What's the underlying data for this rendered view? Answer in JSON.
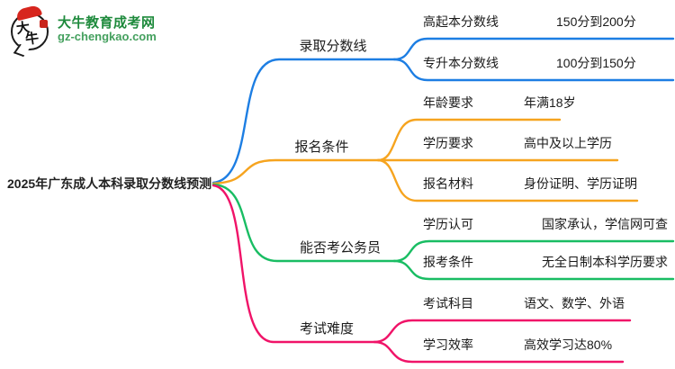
{
  "logo": {
    "site_name": "大牛教育成考网",
    "domain": "gz-chengkao.com",
    "icon_text_1": "大",
    "icon_text_2": "牛",
    "brand_green": "#1e8a3c",
    "domain_green": "#44a05e",
    "accent_red": "#d7261e"
  },
  "center": {
    "title": "2025年广东成人本科录取分数线预测",
    "text_color": "#222222"
  },
  "branches": [
    {
      "label": "录取分数线",
      "color": "#1d7ee3",
      "children": [
        {
          "label": "高起本分数线",
          "value": "150分到200分"
        },
        {
          "label": "专升本分数线",
          "value": "100分到150分"
        }
      ]
    },
    {
      "label": "报名条件",
      "color": "#f6a41f",
      "children": [
        {
          "label": "年龄要求",
          "value": "年满18岁"
        },
        {
          "label": "学历要求",
          "value": "高中及以上学历"
        },
        {
          "label": "报名材料",
          "value": "身份证明、学历证明"
        }
      ]
    },
    {
      "label": "能否考公务员",
      "color": "#19bd63",
      "children": [
        {
          "label": "学历认可",
          "value": "国家承认，学信网可查"
        },
        {
          "label": "报考条件",
          "value": "无全日制本科学历要求"
        }
      ]
    },
    {
      "label": "考试难度",
      "color": "#f01368",
      "children": [
        {
          "label": "考试科目",
          "value": "语文、数学、外语"
        },
        {
          "label": "学习效率",
          "value": "高效学习达80%"
        }
      ]
    }
  ]
}
